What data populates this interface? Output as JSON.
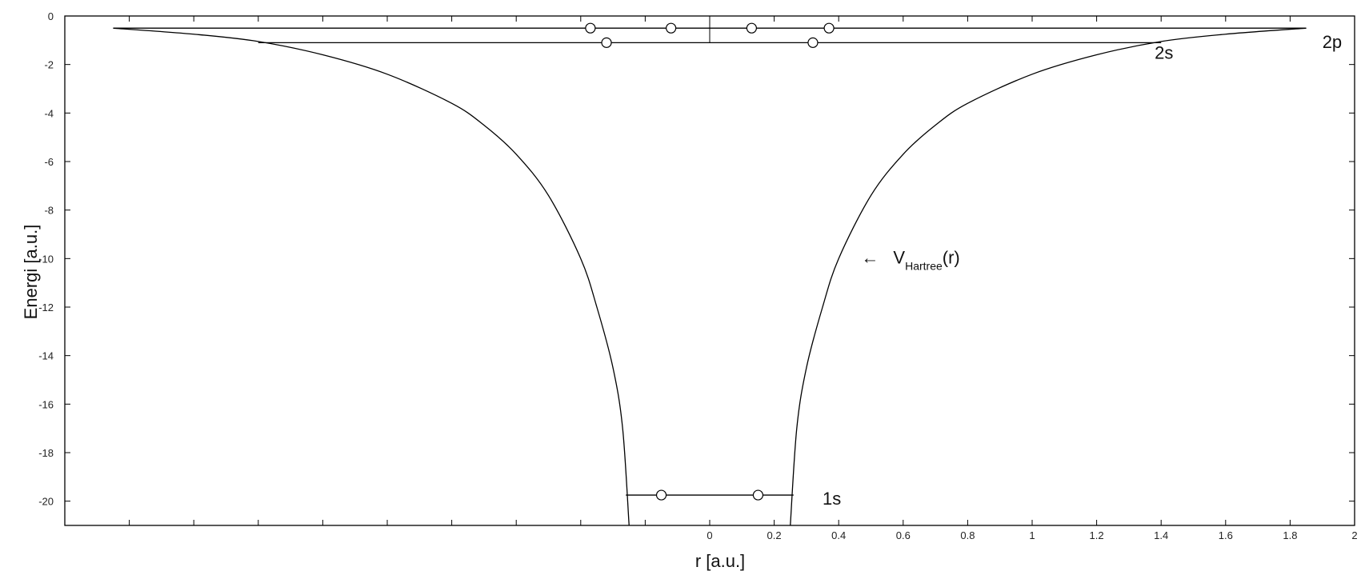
{
  "chart_data": {
    "type": "line",
    "xlabel": "r [a.u.]",
    "ylabel": "Energi [a.u.]",
    "xlim": [
      -2,
      2
    ],
    "ylim": [
      -21,
      0
    ],
    "grid": false,
    "x_ticks": [
      0,
      0.2,
      0.4,
      0.6,
      0.8,
      1,
      1.2,
      1.4,
      1.6,
      1.8,
      2
    ],
    "x_tick_labels": [
      "0",
      "0.2",
      "0.4",
      "0.6",
      "0.8",
      "1",
      "1.2",
      "1.4",
      "1.6",
      "1.8",
      "2"
    ],
    "y_ticks": [
      0,
      -2,
      -4,
      -6,
      -8,
      -10,
      -12,
      -14,
      -16,
      -18,
      -20
    ],
    "y_tick_labels": [
      "0",
      "-2",
      "-4",
      "-6",
      "-8",
      "-10",
      "-12",
      "-14",
      "-16",
      "-18",
      "-20"
    ],
    "series": [
      {
        "name": "V_Hartree(r)",
        "x": [
          -1.85,
          -1.6,
          -1.4,
          -1.2,
          -1.0,
          -0.8,
          -0.7,
          -0.6,
          -0.5,
          -0.4,
          -0.35,
          -0.3,
          -0.27,
          -0.25,
          0.25,
          0.27,
          0.3,
          0.35,
          0.4,
          0.5,
          0.6,
          0.7,
          0.8,
          1.0,
          1.2,
          1.4,
          1.6,
          1.85
        ],
        "y": [
          -0.5,
          -0.75,
          -1.05,
          -1.6,
          -2.4,
          -3.6,
          -4.5,
          -5.7,
          -7.4,
          -10.0,
          -12.0,
          -14.5,
          -17.0,
          -21.0,
          -21.0,
          -17.0,
          -14.5,
          -12.0,
          -10.0,
          -7.4,
          -5.7,
          -4.5,
          -3.6,
          -2.4,
          -1.6,
          -1.05,
          -0.75,
          -0.5
        ]
      }
    ],
    "energy_levels": [
      {
        "label": "1s",
        "energy": -19.75,
        "x_range": [
          -0.26,
          0.26
        ],
        "electrons_x": [
          -0.15,
          0.15
        ]
      },
      {
        "label": "2s",
        "energy": -1.1,
        "x_range": [
          -1.4,
          1.4
        ],
        "electrons_x": [
          -0.32,
          0.32
        ]
      },
      {
        "label": "2p",
        "energy": -0.5,
        "x_range": [
          -1.85,
          1.85
        ],
        "electrons_x": [
          -0.37,
          -0.12,
          0.13,
          0.37
        ]
      }
    ],
    "annotations": {
      "curve_arrow": "←",
      "curve_label_main": "V",
      "curve_label_sub": "Hartree",
      "curve_label_suffix": "(r)",
      "curve_label_at": [
        0.47,
        -10.2
      ]
    }
  }
}
